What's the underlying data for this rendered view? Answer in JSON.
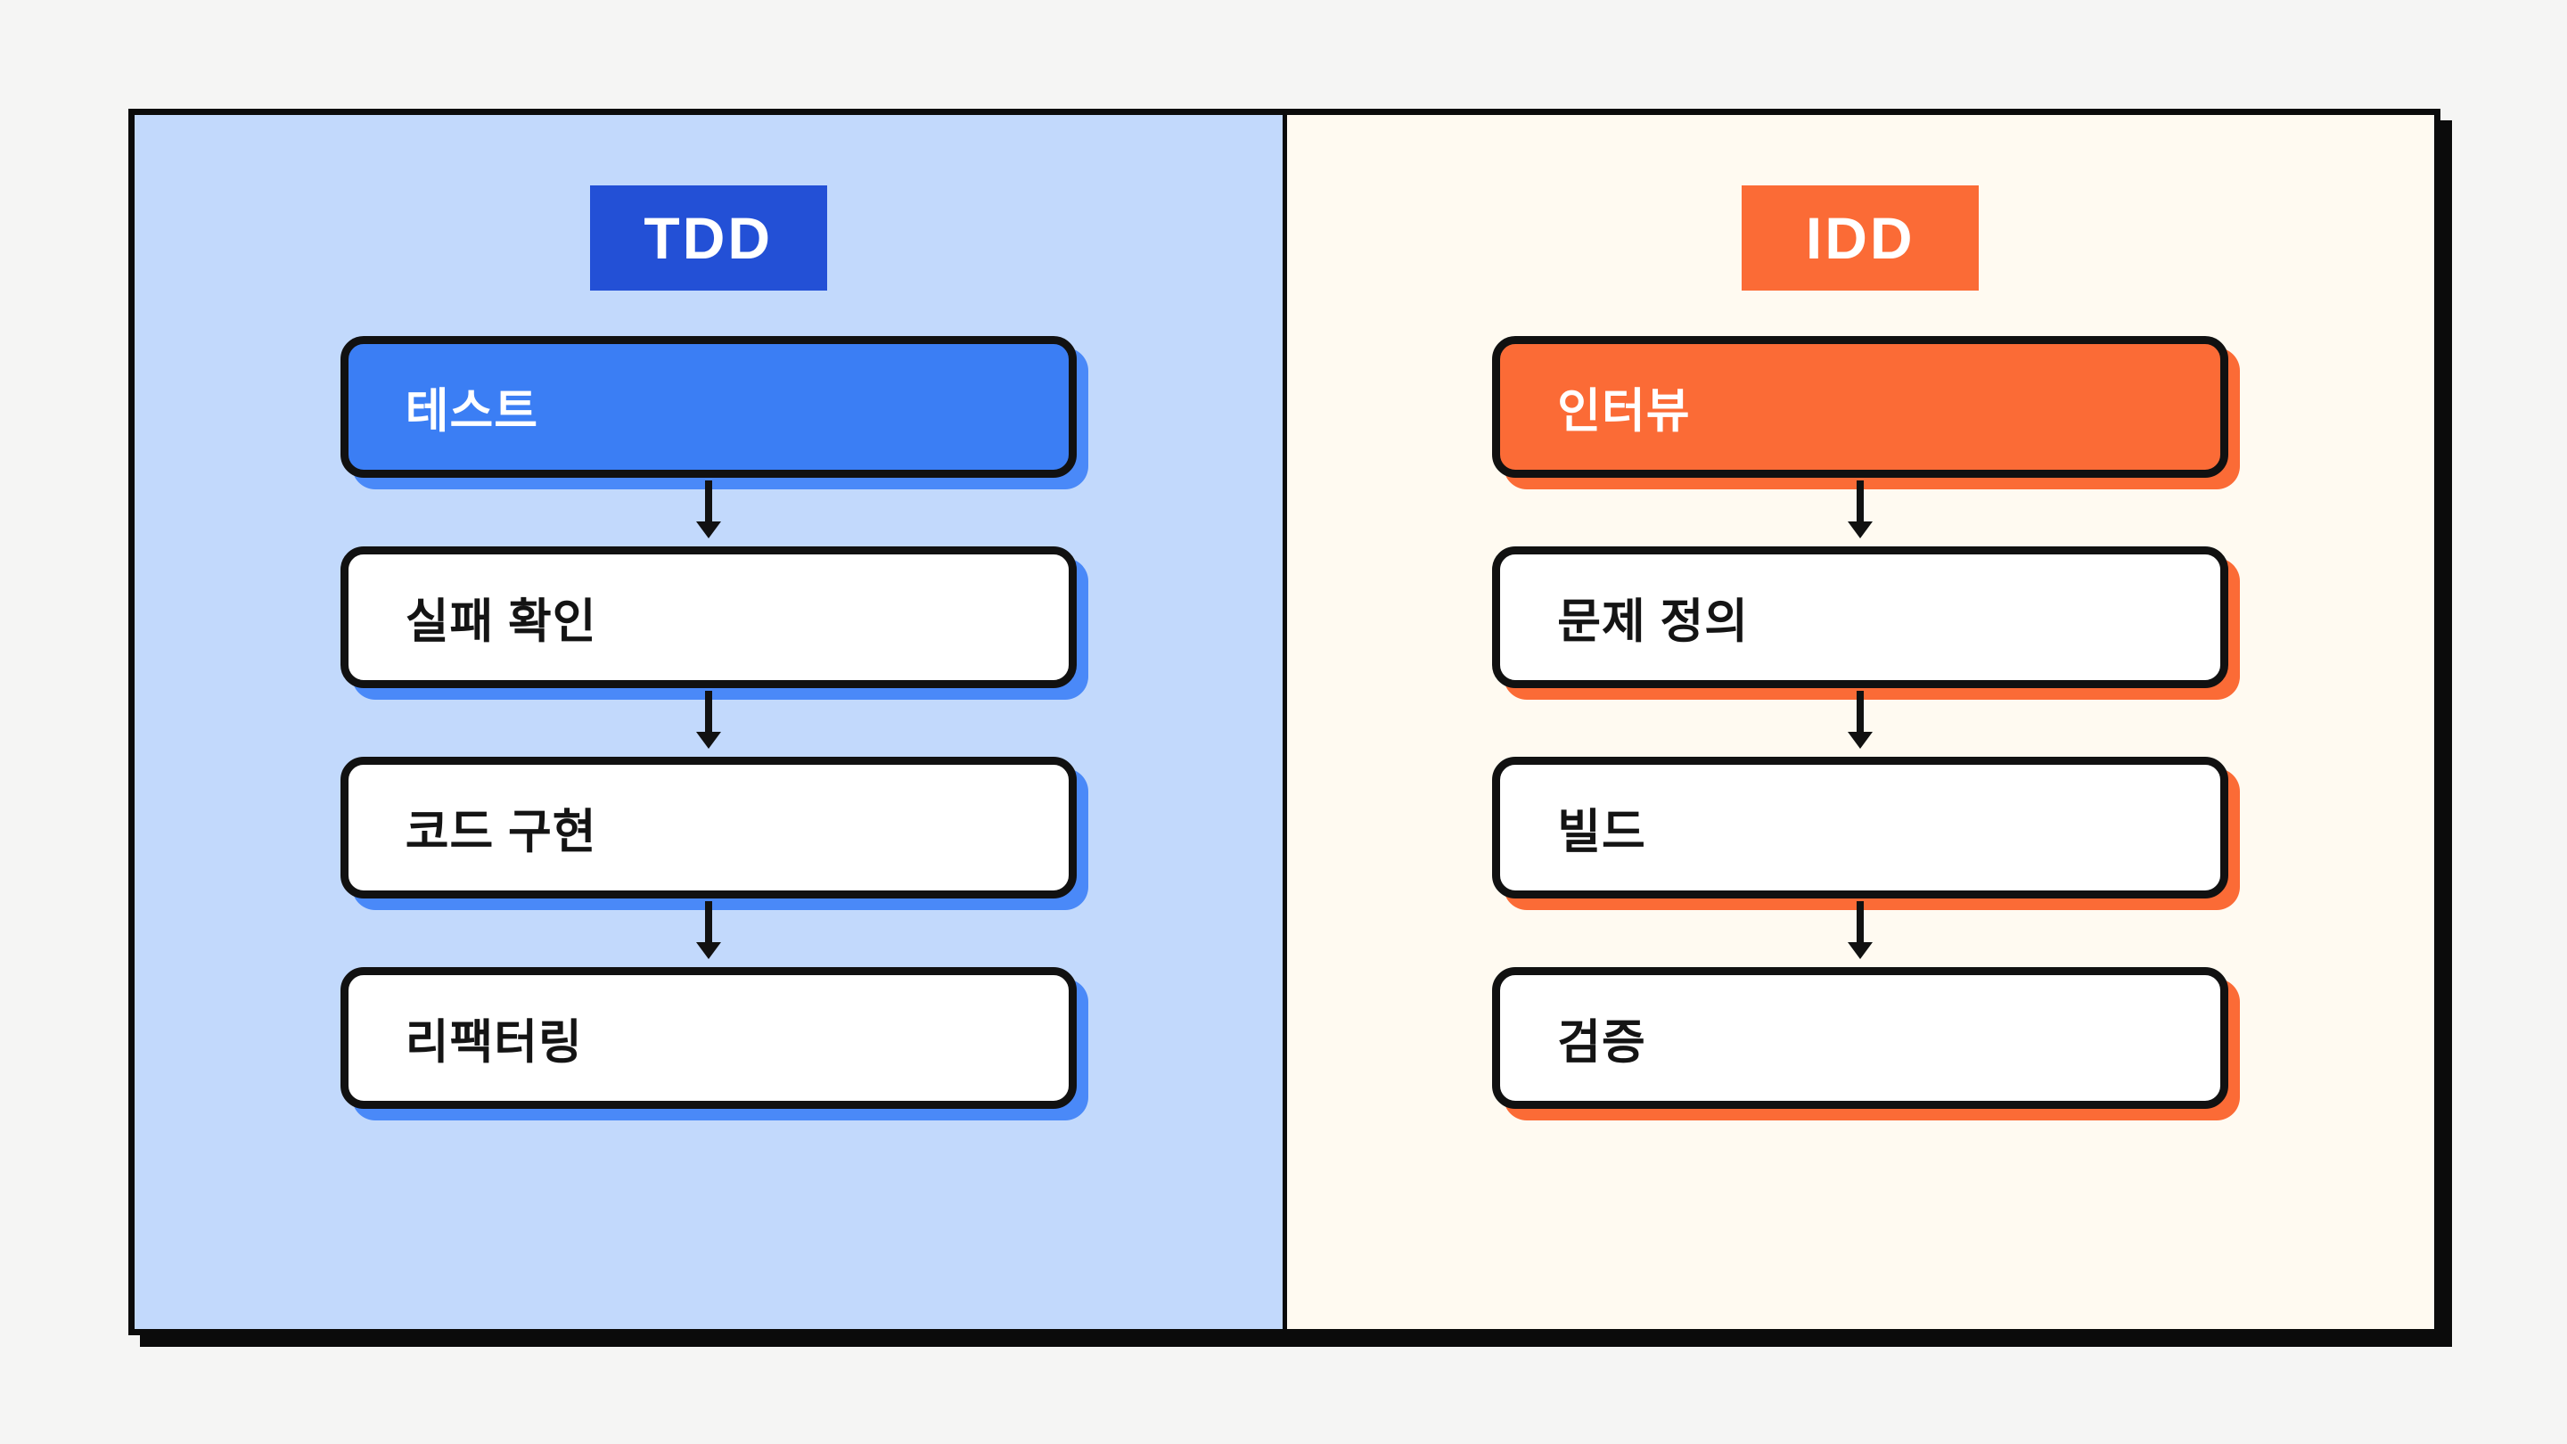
{
  "diagram": {
    "board_colors": {
      "page_bg": "#f5f5f4",
      "outline": "#0b0b0b",
      "step_bg": "#ffffff",
      "step_text": "#141414"
    },
    "connector_icon": "arrow-down-icon",
    "columns": [
      {
        "id": "tdd",
        "badge": "TDD",
        "steps": [
          "테스트",
          "실패 확인",
          "코드 구현",
          "리팩터링"
        ],
        "colors": {
          "panel_bg": "#c2d9fc",
          "badge_bg": "#2350d6",
          "first_step_bg": "#3b7ef4",
          "first_step_text": "#ffffff",
          "step_shadow": "#4a89f8"
        }
      },
      {
        "id": "idd",
        "badge": "IDD",
        "steps": [
          "인터뷰",
          "문제 정의",
          "빌드",
          "검증"
        ],
        "colors": {
          "panel_bg": "#fffaf1",
          "badge_bg": "#fb6b36",
          "first_step_bg": "#fb6b36",
          "first_step_text": "#ffffff",
          "step_shadow": "#fb6b36"
        }
      }
    ]
  }
}
